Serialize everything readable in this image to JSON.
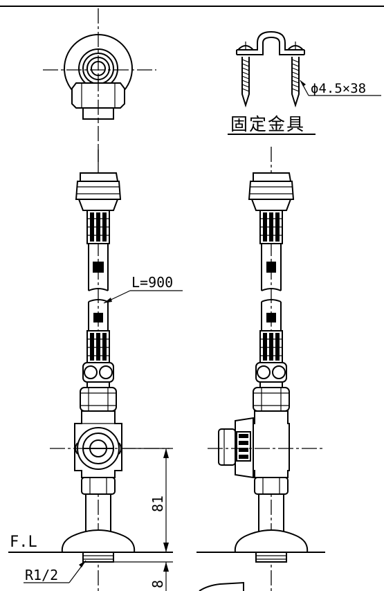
{
  "labels": {
    "screw_spec": "ϕ4.5×38",
    "bracket_title": "固定金具",
    "hose_length": "L=900",
    "floor_line": "F.L",
    "thread_size": "R1/2",
    "dim_height": "81",
    "dim_thread": "8"
  }
}
